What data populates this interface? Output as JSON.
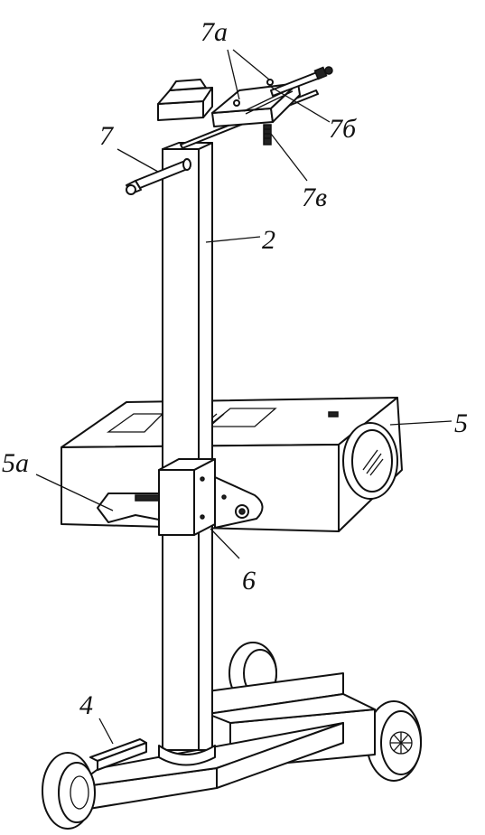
{
  "labels": {
    "l7a": "7а",
    "l7b": "7б",
    "l7v": "7в",
    "l7": "7",
    "l2": "2",
    "l5": "5",
    "l5a": "5а",
    "l6": "6",
    "l4": "4"
  }
}
